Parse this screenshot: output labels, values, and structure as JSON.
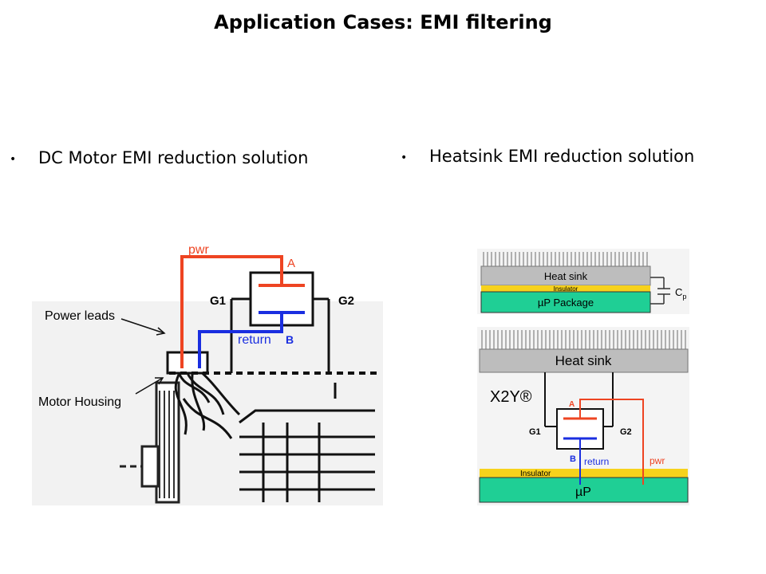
{
  "slide": {
    "title": "Application Cases: EMI filtering",
    "bullet_char": "•",
    "bullets": [
      "DC Motor EMI reduction solution",
      "Heatsink EMI reduction solution"
    ]
  },
  "motor_diagram": {
    "pwr": "pwr",
    "a": "A",
    "b": "B",
    "g1": "G1",
    "g2": "G2",
    "return": "return",
    "power_leads": "Power leads",
    "motor_housing": "Motor Housing"
  },
  "heatsink_top": {
    "heat_sink": "Heat sink",
    "insulator": "Insulator",
    "package": "µP Package",
    "cap": "C",
    "cap_sub": "p"
  },
  "heatsink_bottom": {
    "heat_sink": "Heat sink",
    "x2y": "X2Y®",
    "a": "A",
    "b": "B",
    "g1": "G1",
    "g2": "G2",
    "return": "return",
    "pwr": "pwr",
    "insulator": "Insulator",
    "up": "µP"
  },
  "colors": {
    "pwr_red": "#ee4422",
    "return_blue": "#1a2ee0",
    "heat_sink_gray": "#bdbdbd",
    "insulator_yellow": "#f7d21c",
    "package_teal": "#1fcf95"
  }
}
